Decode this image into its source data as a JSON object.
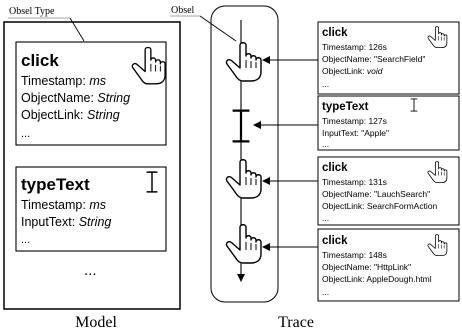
{
  "model": {
    "label": "Model",
    "type_callout": "Obsel Type",
    "more": "...",
    "types": [
      {
        "name": "click",
        "icon": "hand-pointer-icon",
        "attrs": [
          {
            "key": "Timestamp: ",
            "type": "ms"
          },
          {
            "key": "ObjectName: ",
            "type": "String"
          },
          {
            "key": "ObjectLink: ",
            "type": "String"
          },
          {
            "key": "...",
            "type": ""
          }
        ]
      },
      {
        "name": "typeText",
        "icon": "text-cursor-icon",
        "attrs": [
          {
            "key": "Timestamp: ",
            "type": "ms"
          },
          {
            "key": "InputText: ",
            "type": "String"
          },
          {
            "key": "...",
            "type": ""
          }
        ]
      }
    ]
  },
  "trace": {
    "label": "Trace",
    "obsel_callout": "Obsel",
    "obsels": [
      {
        "name": "click",
        "icon": "hand-pointer-icon",
        "lines": [
          {
            "key": "Timestamp: ",
            "val": "126s"
          },
          {
            "key": "ObjectName: ",
            "val": "\"SearchField\""
          },
          {
            "key": "ObjectLink: ",
            "val": "void",
            "italic": true
          },
          {
            "key": "...",
            "val": ""
          }
        ]
      },
      {
        "name": "typeText",
        "icon": "text-cursor-icon",
        "lines": [
          {
            "key": "Timestamp: ",
            "val": "127s"
          },
          {
            "key": "InputText: ",
            "val": "\"Apple\""
          },
          {
            "key": "...",
            "val": ""
          }
        ]
      },
      {
        "name": "click",
        "icon": "hand-pointer-icon",
        "lines": [
          {
            "key": "Timestamp: ",
            "val": "131s"
          },
          {
            "key": "ObjectName: ",
            "val": "\"LauchSearch\""
          },
          {
            "key": "ObjectLink: ",
            "val": "SearchFormAction"
          },
          {
            "key": "...",
            "val": ""
          }
        ]
      },
      {
        "name": "click",
        "icon": "hand-pointer-icon",
        "lines": [
          {
            "key": "Timestamp: ",
            "val": "148s"
          },
          {
            "key": "ObjectName: ",
            "val": "\"HttpLink\""
          },
          {
            "key": "ObjectLink: ",
            "val": "AppleDough.html"
          },
          {
            "key": "...",
            "val": ""
          }
        ]
      }
    ]
  },
  "colors": {
    "stroke": "#000000",
    "rule": "#888888",
    "background": "#ffffff"
  }
}
